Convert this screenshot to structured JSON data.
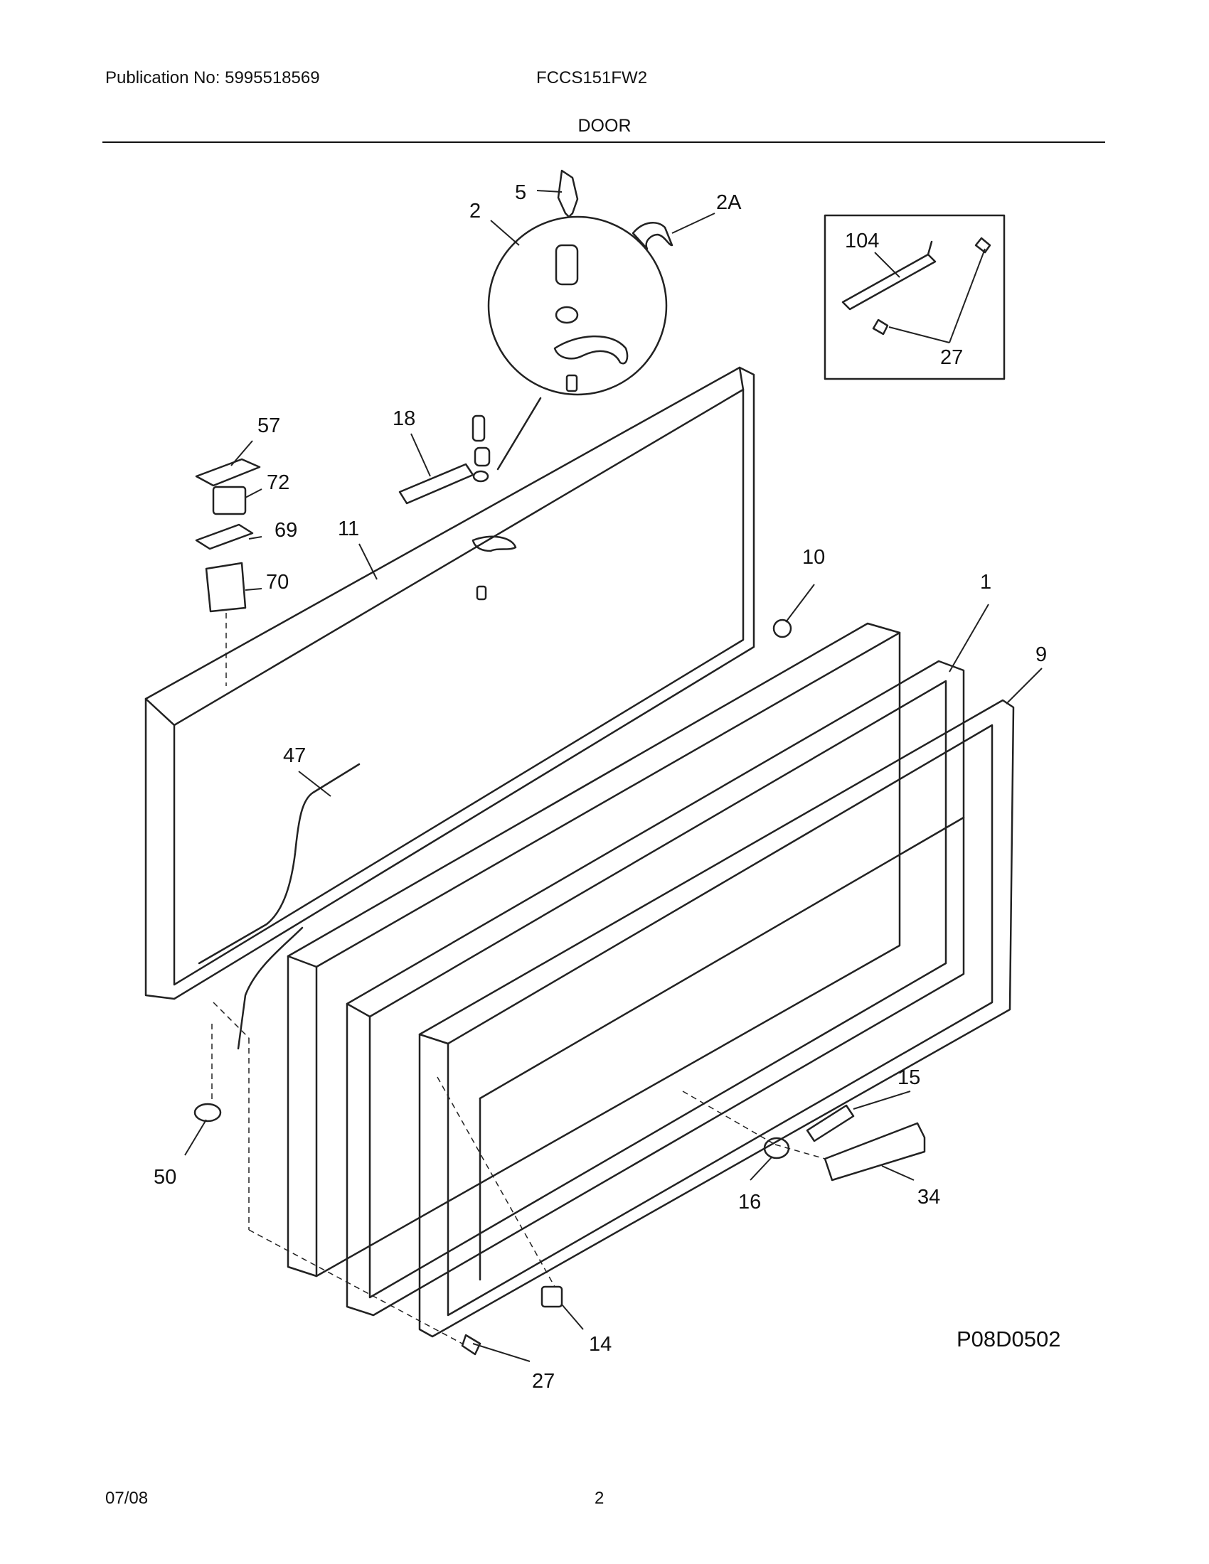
{
  "header": {
    "publication": "Publication No: 5995518569",
    "model": "FCCS151FW2",
    "title": "DOOR"
  },
  "diagram": {
    "code": "P08D0502",
    "callouts": [
      "5",
      "2A",
      "2",
      "104",
      "27",
      "57",
      "18",
      "72",
      "69",
      "11",
      "70",
      "10",
      "1",
      "9",
      "47",
      "15",
      "50",
      "16",
      "34",
      "14",
      "27"
    ]
  },
  "footer": {
    "date": "07/08",
    "page": "2"
  }
}
